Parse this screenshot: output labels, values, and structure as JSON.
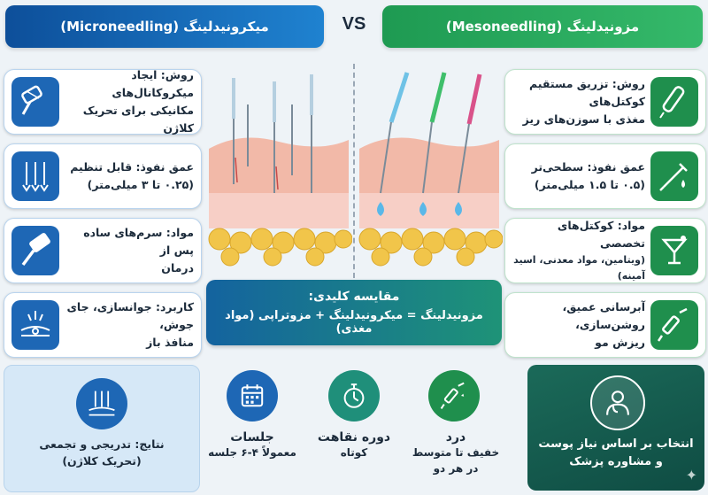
{
  "header": {
    "left_title": "میکرونیدلینگ (Microneedling)",
    "vs_label": "VS",
    "right_title": "مزونیدلینگ (Mesoneedling)"
  },
  "left_cards": [
    {
      "icon": "derma-roller-icon",
      "line1": "روش: ایجاد میکروکانال‌های",
      "line2": "مکانیکی برای تحریک کلاژن"
    },
    {
      "icon": "needles-icon",
      "line1": "عمق نفوذ: قابل تنظیم",
      "line2": "(۰.۲۵ تا ۳ میلی‌متر)"
    },
    {
      "icon": "roller-icon",
      "line1": "مواد: سرم‌های ساده پس از",
      "line2": "درمان"
    },
    {
      "icon": "skin-pores-icon",
      "line1": "کاربرد: جوانسازی، جای جوش،",
      "line2": "منافذ باز"
    }
  ],
  "right_cards": [
    {
      "icon": "pen-device-icon",
      "line1": "روش: تزریق مستقیم کوکتل‌های",
      "line2": "مغذی با سوزن‌های ریز"
    },
    {
      "icon": "syringe-drop-icon",
      "line1": "عمق نفوذ: سطحی‌تر",
      "line2": "(۰.۵ تا ۱.۵ میلی‌متر)"
    },
    {
      "icon": "cocktail-glass-icon",
      "line1": "مواد: کوکتل‌های تخصصی",
      "line2": "(ویتامین، مواد معدنی، اسید آمینه)"
    },
    {
      "icon": "syringe-icon",
      "line1": "آبرسانی عمیق، روشن‌سازی،",
      "line2": "ریزش مو"
    }
  ],
  "key": {
    "title": "مقایسه کلیدی:",
    "formula": "مزونیدلینگ = میکرونیدلینگ + مزوتراپی (مواد مغذی)"
  },
  "bottom": {
    "results_line1": "نتایج: تدریجی و تجمعی",
    "results_line2": "(تحریک کلاژن)",
    "sessions_title": "جلسات",
    "sessions_sub": "معمولاً ۴-۶ جلسه",
    "recovery_title": "دوره نقاهت",
    "recovery_sub": "کوتاه",
    "pain_title": "درد",
    "pain_sub1": "خفیف تا متوسط",
    "pain_sub2": "در هر دو",
    "consult_line1": "انتخاب بر اساس نیاز پوست",
    "consult_line2": "و مشاوره پزشک"
  },
  "colors": {
    "micro_blue": "#1e67b5",
    "meso_green": "#1f8f4d",
    "consult_dark_green": "#0f4c43"
  }
}
